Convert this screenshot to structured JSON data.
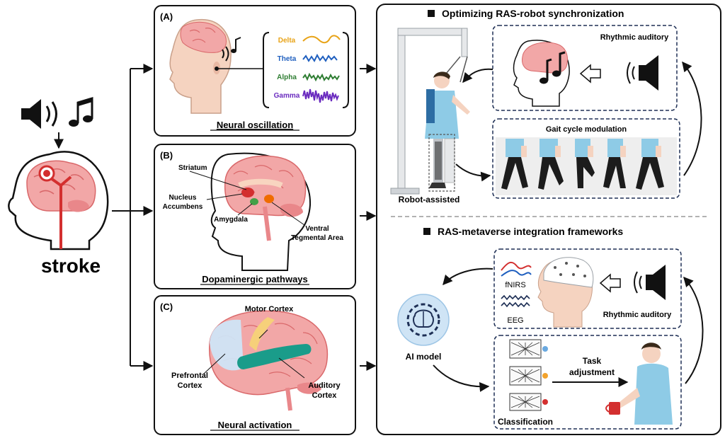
{
  "left": {
    "stroke_label": "stroke"
  },
  "panel_a": {
    "letter": "(A)",
    "caption": "Neural oscillation",
    "waves": [
      {
        "label": "Delta",
        "color": "#e8a317"
      },
      {
        "label": "Theta",
        "color": "#1f5fbf"
      },
      {
        "label": "Alpha",
        "color": "#2e7d32"
      },
      {
        "label": "Gamma",
        "color": "#6a2bbf"
      }
    ]
  },
  "panel_b": {
    "letter": "(B)",
    "caption": "Dopaminergic pathways",
    "labels": {
      "striatum": "Striatum",
      "nucleus_1": "Nucleus",
      "nucleus_2": "Accumbens",
      "amygdala": "Amygdala",
      "vta_1": "Ventral",
      "vta_2": "Tegmental Area"
    }
  },
  "panel_c": {
    "letter": "(C)",
    "caption": "Neural activation",
    "labels": {
      "motor": "Motor Cortex",
      "prefrontal_1": "Prefrontal",
      "prefrontal_2": "Cortex",
      "auditory_1": "Auditory",
      "auditory_2": "Cortex"
    }
  },
  "right_top": {
    "title": "Optimizing RAS-robot synchronization",
    "rhythmic_label": "Rhythmic auditory",
    "gait_label": "Gait cycle modulation",
    "robot_label": "Robot-assisted"
  },
  "right_bottom": {
    "title": "RAS-metaverse integration frameworks",
    "fnirs": "fNIRS",
    "eeg": "EEG",
    "rhythmic_label": "Rhythmic auditory",
    "ai_label": "AI model",
    "classification": "Classification",
    "task_1": "Task",
    "task_2": "adjustment"
  },
  "colors": {
    "brain": "#f2a7a7",
    "brain_dark": "#d9686a",
    "skin": "#f5d3c0",
    "shirt": "#8ecbe6",
    "pants": "#1c1c1c",
    "striatum": "#d32f2f",
    "amygdala": "#43a047",
    "vta": "#ef6c00",
    "motor": "#f6d07a",
    "prefrontal": "#cfe4f5",
    "auditory": "#1a9c8a"
  }
}
